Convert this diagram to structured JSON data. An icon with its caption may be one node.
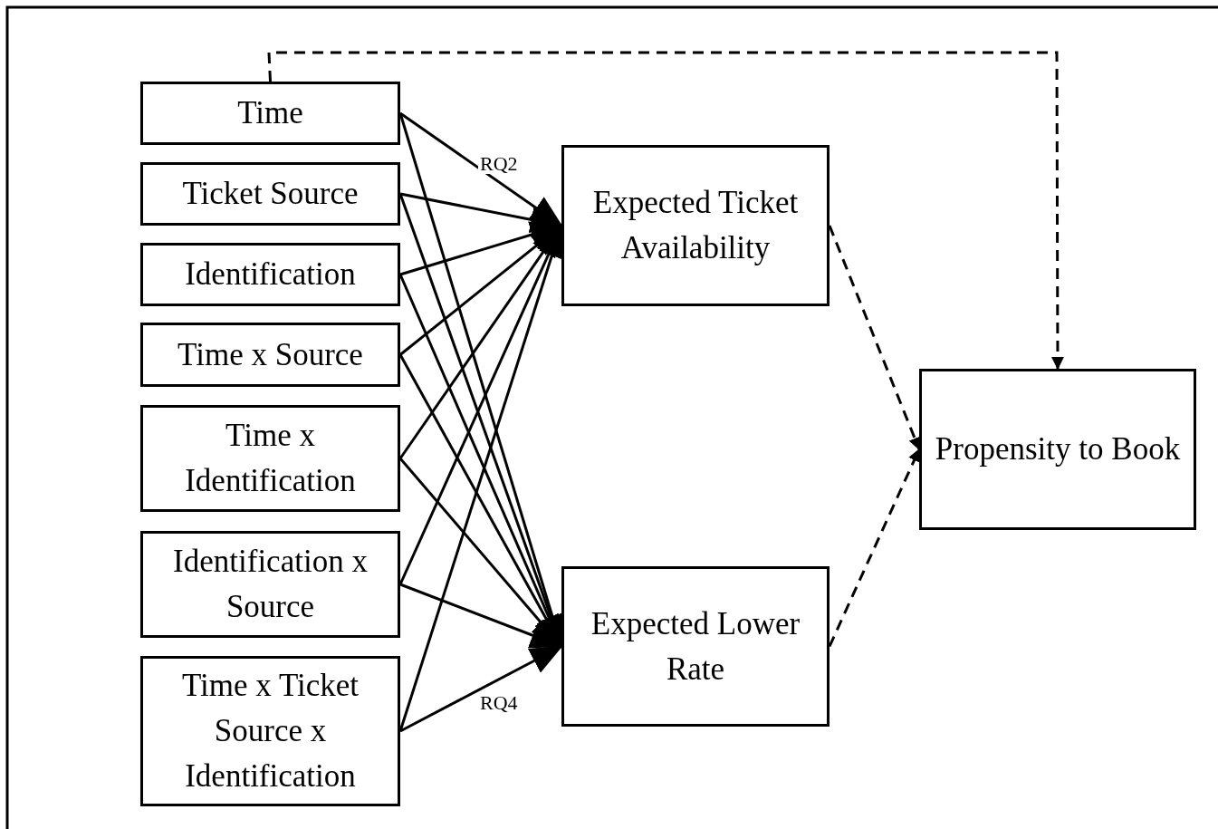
{
  "diagram": {
    "nodes": [
      {
        "text": [
          "Time"
        ]
      },
      {
        "text": [
          "Ticket Source"
        ]
      },
      {
        "text": [
          "Identification"
        ]
      },
      {
        "text": [
          "Time x Source"
        ]
      },
      {
        "text": [
          "Time x Identification"
        ]
      },
      {
        "text": [
          "Identification x Source"
        ]
      },
      {
        "text": [
          "Time x Ticket Source x Identification"
        ]
      },
      {
        "text": [
          "Expected Ticket Availability"
        ]
      },
      {
        "text": [
          "Expected Lower Rate"
        ]
      },
      {
        "text": [
          "Propensity to Book"
        ]
      }
    ],
    "edges": [
      {
        "from": 0,
        "to": 7,
        "arrow": "to",
        "label": "RQ2"
      },
      {
        "from": 1,
        "to": 7,
        "arrow": "to"
      },
      {
        "from": 2,
        "to": 7,
        "arrow": "to"
      },
      {
        "from": 3,
        "to": 7,
        "arrow": "to"
      },
      {
        "from": 4,
        "to": 7,
        "arrow": "to"
      },
      {
        "from": 5,
        "to": 7,
        "arrow": "to"
      },
      {
        "from": 6,
        "to": 7,
        "arrow": "to"
      },
      {
        "from": 0,
        "to": 8,
        "arrow": "to"
      },
      {
        "from": 1,
        "to": 8,
        "arrow": "to"
      },
      {
        "from": 2,
        "to": 8,
        "arrow": "to"
      },
      {
        "from": 3,
        "to": 8,
        "arrow": "to"
      },
      {
        "from": 4,
        "to": 8,
        "arrow": "to"
      },
      {
        "from": 5,
        "to": 8,
        "arrow": "to"
      },
      {
        "from": 6,
        "to": 8,
        "arrow": "to",
        "label": "RQ4"
      },
      {
        "from": 7,
        "to": 9,
        "arrow": "to",
        "style": "dashed"
      },
      {
        "from": 8,
        "to": 9,
        "arrow": "to",
        "style": "dashed"
      },
      {
        "from": 0,
        "to": 9,
        "arrow": "to",
        "style": "dashed"
      }
    ]
  }
}
